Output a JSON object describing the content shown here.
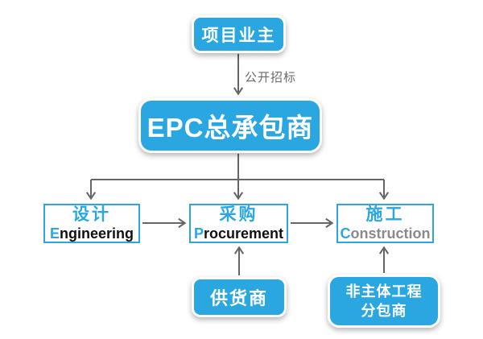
{
  "diagram": {
    "title_implicit": "EPC contracting structure diagram",
    "colors": {
      "accent_blue": "#2aa7e0",
      "arrow_gray": "#666666",
      "label_gray": "#6b6b6b",
      "construction_text_gray": "#8a8a8a",
      "background": "#ffffff"
    },
    "nodes": {
      "owner": {
        "label": "项目业主"
      },
      "epc": {
        "label": "EPC总承包商"
      },
      "design": {
        "cn": "设计",
        "en_initial": "E",
        "en_rest": "ngineering"
      },
      "procurement": {
        "cn": "采购",
        "en_initial": "P",
        "en_rest": "rocurement"
      },
      "construction": {
        "cn": "施工",
        "en_initial": "C",
        "en_rest": "onstruction"
      },
      "supplier": {
        "label": "供货商"
      },
      "subcontractor": {
        "line1": "非主体工程",
        "line2": "分包商"
      }
    },
    "edges": {
      "owner_to_epc_label": "公开招标"
    }
  }
}
